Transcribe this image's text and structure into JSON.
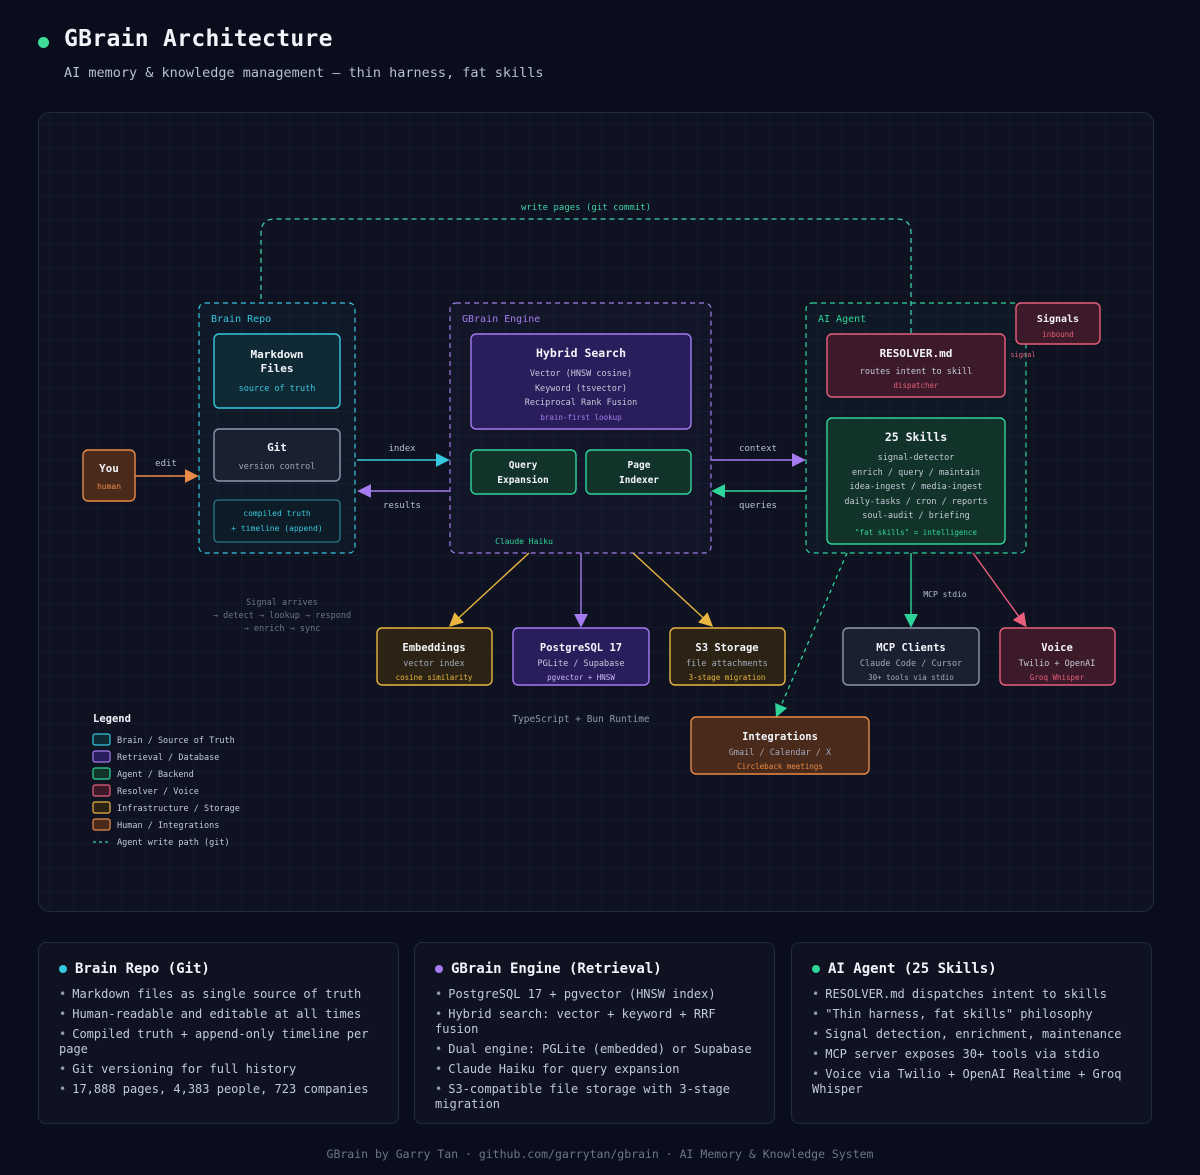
{
  "header": {
    "title": "GBrain Architecture",
    "subtitle": "AI memory & knowledge management — thin harness, fat skills"
  },
  "colors": {
    "brain": "#37c7de",
    "retrieval": "#a47cf0",
    "agent": "#2fd49a",
    "resolver": "#e85f7c",
    "infra": "#e9b640",
    "human": "#e98a47"
  },
  "diagram": {
    "groups": {
      "brain_repo": "Brain Repo",
      "engine": "GBrain Engine",
      "agent": "AI Agent"
    },
    "nodes": {
      "you": {
        "title": "You",
        "sub": "human"
      },
      "markdown": {
        "title1": "Markdown",
        "title2": "Files",
        "sub": "source of truth"
      },
      "git": {
        "title": "Git",
        "sub": "version control"
      },
      "compiled": {
        "line1": "compiled truth",
        "line2": "+ timeline (append)"
      },
      "hybrid": {
        "title": "Hybrid Search",
        "lines": [
          "Vector (HNSW cosine)",
          "Keyword (tsvector)",
          "Reciprocal Rank Fusion"
        ],
        "note": "brain-first lookup"
      },
      "query": {
        "title1": "Query",
        "title2": "Expansion"
      },
      "indexer": {
        "title1": "Page",
        "title2": "Indexer"
      },
      "haiku": "Claude Haiku",
      "resolver": {
        "title": "RESOLVER.md",
        "sub": "routes intent to skill",
        "note": "dispatcher"
      },
      "signals": {
        "title": "Signals",
        "sub": "inbound"
      },
      "skills": {
        "title": "25 Skills",
        "lines": [
          "signal-detector",
          "enrich / query / maintain",
          "idea-ingest / media-ingest",
          "daily-tasks / cron / reports",
          "soul-audit / briefing"
        ],
        "note": "\"fat skills\" = intelligence"
      },
      "embeddings": {
        "title": "Embeddings",
        "sub": "vector index",
        "note": "cosine similarity"
      },
      "postgres": {
        "title": "PostgreSQL 17",
        "sub": "PGLite / Supabase",
        "note": "pgvector + HNSW"
      },
      "s3": {
        "title": "S3 Storage",
        "sub": "file attachments",
        "note": "3-stage migration"
      },
      "mcp": {
        "title": "MCP Clients",
        "sub": "Claude Code / Cursor",
        "note": "30+ tools via stdio"
      },
      "voice": {
        "title": "Voice",
        "sub": "Twilio + OpenAI",
        "note": "Groq Whisper"
      },
      "integrations": {
        "title": "Integrations",
        "sub": "Gmail / Calendar / X",
        "note": "Circleback meetings"
      }
    },
    "edges": {
      "write": "write pages (git commit)",
      "edit": "edit",
      "index": "index",
      "results": "results",
      "context": "context",
      "queries": "queries",
      "signal": "signal",
      "mcp": "MCP stdio"
    },
    "flow_note": [
      "Signal arrives",
      "→ detect → lookup → respond",
      "→ enrich → sync"
    ],
    "runtime": "TypeScript + Bun Runtime",
    "legend": {
      "title": "Legend",
      "items": [
        "Brain / Source of Truth",
        "Retrieval / Database",
        "Agent / Backend",
        "Resolver / Voice",
        "Infrastructure / Storage",
        "Human / Integrations"
      ],
      "dashed": "Agent write path (git)"
    }
  },
  "cards": [
    {
      "title": "Brain Repo (Git)",
      "items": [
        "Markdown files as single source of truth",
        "Human-readable and editable at all times",
        "Compiled truth + append-only timeline per page",
        "Git versioning for full history",
        "17,888 pages, 4,383 people, 723 companies"
      ]
    },
    {
      "title": "GBrain Engine (Retrieval)",
      "items": [
        "PostgreSQL 17 + pgvector (HNSW index)",
        "Hybrid search: vector + keyword + RRF fusion",
        "Dual engine: PGLite (embedded) or Supabase",
        "Claude Haiku for query expansion",
        "S3-compatible file storage with 3-stage migration"
      ]
    },
    {
      "title": "AI Agent (25 Skills)",
      "items": [
        "RESOLVER.md dispatches intent to skills",
        "\"Thin harness, fat skills\" philosophy",
        "Signal detection, enrichment, maintenance",
        "MCP server exposes 30+ tools via stdio",
        "Voice via Twilio + OpenAI Realtime + Groq Whisper"
      ]
    }
  ],
  "footer": "GBrain by Garry Tan · github.com/garrytan/gbrain · AI Memory & Knowledge System"
}
